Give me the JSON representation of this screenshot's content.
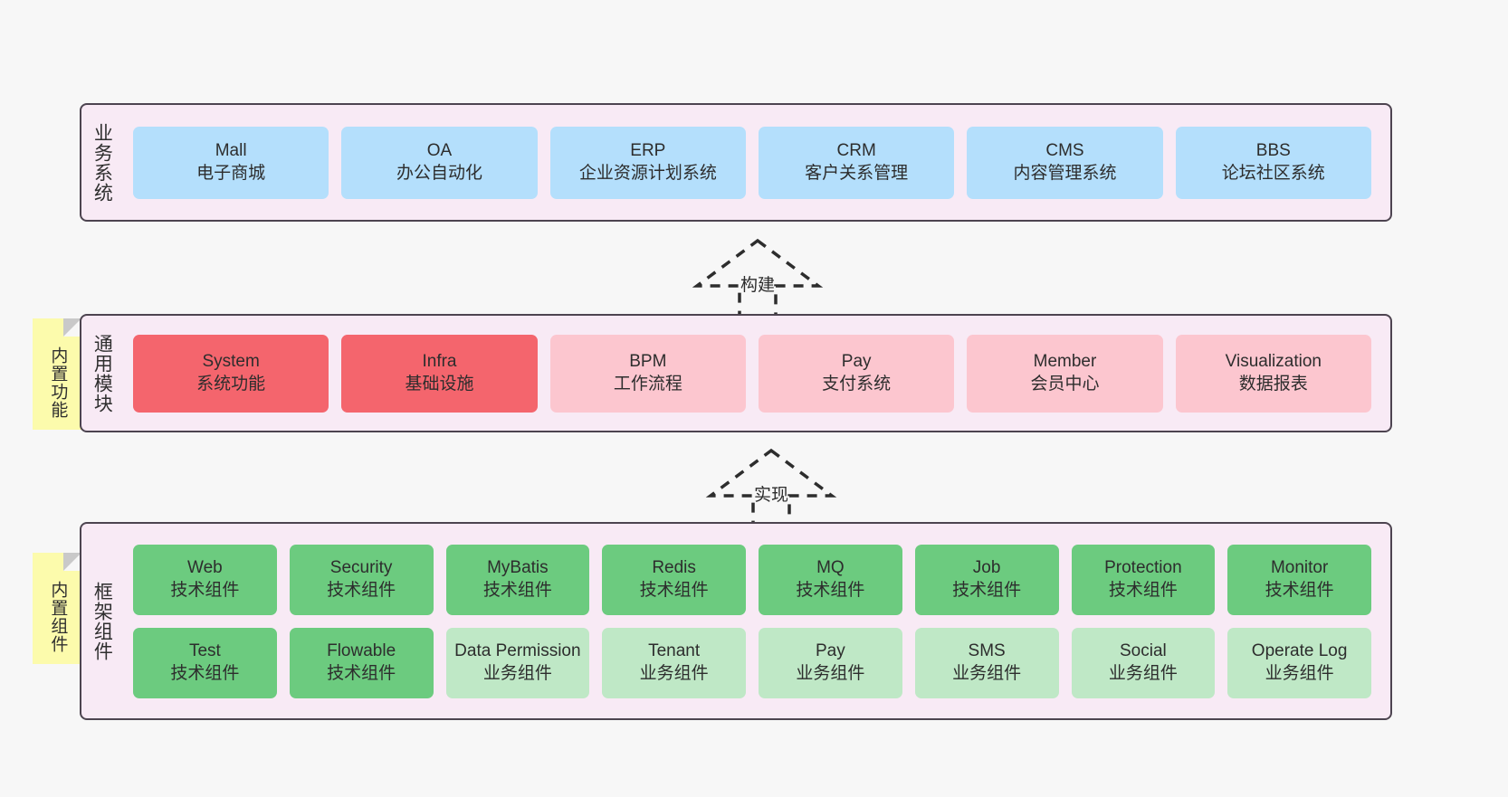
{
  "diagram": {
    "background_color": "#f7f7f7",
    "panel_bg": "#f8eaf5",
    "panel_border": "#4d4450",
    "colors": {
      "business_system": "#b4dffc",
      "module_highlight": "#f4656d",
      "module_normal": "#fcc6cf",
      "tech_component": "#6ccb7f",
      "biz_component": "#bfe8c6",
      "sticky_note": "#fcfbac"
    }
  },
  "layers": [
    {
      "id": "business-systems",
      "title": "业务系统",
      "nodes": [
        {
          "en": "Mall",
          "cn": "电子商城"
        },
        {
          "en": "OA",
          "cn": "办公自动化"
        },
        {
          "en": "ERP",
          "cn": "企业资源计划系统"
        },
        {
          "en": "CRM",
          "cn": "客户关系管理"
        },
        {
          "en": "CMS",
          "cn": "内容管理系统"
        },
        {
          "en": "BBS",
          "cn": "论坛社区系统"
        }
      ]
    },
    {
      "id": "common-modules",
      "title": "通用模块",
      "sticky": "内置功能",
      "nodes": [
        {
          "en": "System",
          "cn": "系统功能",
          "highlight": true
        },
        {
          "en": "Infra",
          "cn": "基础设施",
          "highlight": true
        },
        {
          "en": "BPM",
          "cn": "工作流程",
          "highlight": false
        },
        {
          "en": "Pay",
          "cn": "支付系统",
          "highlight": false
        },
        {
          "en": "Member",
          "cn": "会员中心",
          "highlight": false
        },
        {
          "en": "Visualization",
          "cn": "数据报表",
          "highlight": false
        }
      ]
    },
    {
      "id": "framework-components",
      "title": "框架组件",
      "sticky": "内置组件",
      "columns": [
        {
          "top": {
            "en": "Web",
            "cn": "技术组件"
          },
          "bottom": {
            "en": "Test",
            "cn": "技术组件",
            "tech": true
          }
        },
        {
          "top": {
            "en": "Security",
            "cn": "技术组件"
          },
          "bottom": {
            "en": "Flowable",
            "cn": "技术组件",
            "tech": true
          }
        },
        {
          "top": {
            "en": "MyBatis",
            "cn": "技术组件"
          },
          "bottom": {
            "en": "Data Permission",
            "cn": "业务组件",
            "tech": false
          }
        },
        {
          "top": {
            "en": "Redis",
            "cn": "技术组件"
          },
          "bottom": {
            "en": "Tenant",
            "cn": "业务组件",
            "tech": false
          }
        },
        {
          "top": {
            "en": "MQ",
            "cn": "技术组件"
          },
          "bottom": {
            "en": "Pay",
            "cn": "业务组件",
            "tech": false
          }
        },
        {
          "top": {
            "en": "Job",
            "cn": "技术组件"
          },
          "bottom": {
            "en": "SMS",
            "cn": "业务组件",
            "tech": false
          }
        },
        {
          "top": {
            "en": "Protection",
            "cn": "技术组件"
          },
          "bottom": {
            "en": "Social",
            "cn": "业务组件",
            "tech": false
          }
        },
        {
          "top": {
            "en": "Monitor",
            "cn": "技术组件"
          },
          "bottom": {
            "en": "Operate Log",
            "cn": "业务组件",
            "tech": false
          }
        }
      ]
    }
  ],
  "connectors": [
    {
      "id": "build",
      "label": "构建",
      "style": "dashed-hollow-arrow-up"
    },
    {
      "id": "implement",
      "label": "实现",
      "style": "dashed-hollow-arrow-up"
    }
  ]
}
